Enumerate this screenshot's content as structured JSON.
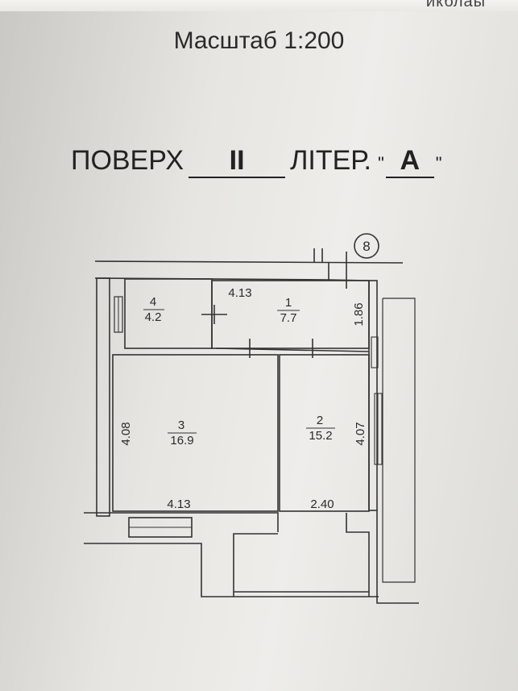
{
  "header": {
    "cut_text": "икблаы",
    "scale_text": "Масштаб 1:200"
  },
  "floor": {
    "floor_label": "ПОВЕРХ",
    "floor_value": "II",
    "liter_label": "ЛІТЕР.",
    "liter_value": "А",
    "quote_open": "\"",
    "quote_close": "\""
  },
  "plan": {
    "marker": "8",
    "rooms": [
      {
        "id": "4",
        "area": "4.2"
      },
      {
        "id": "1",
        "area": "7.7"
      },
      {
        "id": "3",
        "area": "16.9"
      },
      {
        "id": "2",
        "area": "15.2"
      }
    ],
    "dimensions": {
      "top": "4.13",
      "room1_height": "1.86",
      "room3_height": "4.08",
      "room3_width": "4.13",
      "room2_height": "4.07",
      "room2_width": "2.40"
    }
  }
}
